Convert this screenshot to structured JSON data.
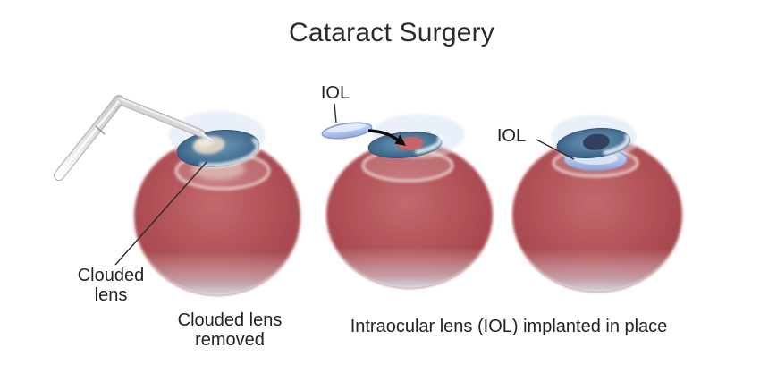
{
  "title": "Cataract Surgery",
  "figure": {
    "left": {
      "label": "Clouded lens",
      "caption": "Clouded lens removed"
    },
    "middle": {
      "iol_label": "IOL"
    },
    "right": {
      "iol_label": "IOL"
    },
    "caption": "Intraocular lens (IOL) implanted in place"
  },
  "colors": {
    "background": "#ffffff",
    "text": "#222222",
    "eyeball_red": "#b4555b",
    "iris_blue": "#4f7b9c",
    "pupil_navy": "#333f5e",
    "empty_capsule_red": "#c2666b",
    "iol_blue": "#b5c7ee",
    "cornea_blue": "#cfe0f2",
    "instrument_gray": "#d6d6d6",
    "arrow_black": "#0d0d0d"
  }
}
